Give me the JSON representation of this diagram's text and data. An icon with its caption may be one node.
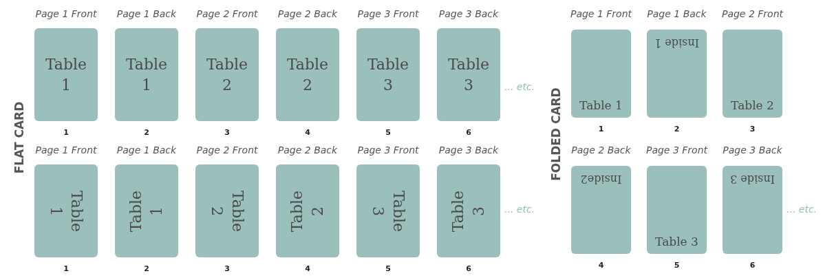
{
  "diagram": {
    "nodes": [
      {
        "text": [
          "Page 1 Front",
          "Table 1"
        ],
        "beside": [
          "1"
        ]
      },
      {
        "text": [
          "Page 1 Back",
          "Table 1"
        ],
        "beside": [
          "2"
        ]
      },
      {
        "text": [
          "Page 2 Front",
          "Table 2"
        ],
        "beside": [
          "3"
        ]
      },
      {
        "text": [
          "Page 2 Back",
          "Table 2"
        ],
        "beside": [
          "4"
        ]
      },
      {
        "text": [
          "Page 3 Front",
          "Table 3"
        ],
        "beside": [
          "5"
        ]
      },
      {
        "text": [
          "Page 3 Back",
          "Table 3"
        ],
        "beside": [
          "6"
        ]
      },
      {
        "text": [
          "Page 1 Front",
          "Table 1"
        ],
        "beside": [
          "1"
        ]
      },
      {
        "text": [
          "Page 1 Back",
          "Table 1"
        ],
        "beside": [
          "2"
        ]
      },
      {
        "text": [
          "Page 2 Front",
          "Table 2"
        ],
        "beside": [
          "3"
        ]
      },
      {
        "text": [
          "Page 2 Back",
          "Table 2"
        ],
        "beside": [
          "4"
        ]
      },
      {
        "text": [
          "Page 3 Front",
          "Table 3"
        ],
        "beside": [
          "5"
        ]
      },
      {
        "text": [
          "Page 3 Back",
          "Table 3"
        ],
        "beside": [
          "6"
        ]
      },
      {
        "text": [
          "Page 1 Front",
          "Table 1"
        ],
        "beside": [
          "1"
        ]
      },
      {
        "text": [
          "Page 1 Back",
          "Inside 1"
        ],
        "beside": [
          "2"
        ]
      },
      {
        "text": [
          "Page 2 Front",
          "Table 2"
        ],
        "beside": [
          "3"
        ]
      },
      {
        "text": [
          "Page 2 Back",
          "Inside2"
        ],
        "beside": [
          "4"
        ]
      },
      {
        "text": [
          "Page 3 Front",
          "Table 3"
        ],
        "beside": [
          "5"
        ]
      },
      {
        "text": [
          "Page 3 Back",
          "Inside 3"
        ],
        "beside": [
          "6"
        ]
      }
    ],
    "labels": [
      "FLAT CARD",
      "... etc.",
      "... etc.",
      "FOLDED CARD",
      "... etc."
    ]
  }
}
